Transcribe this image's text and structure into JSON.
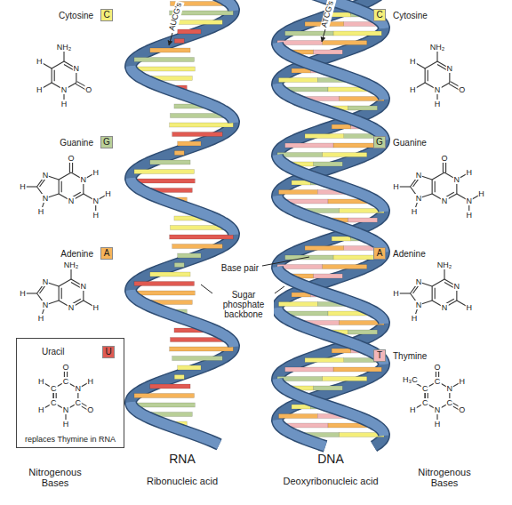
{
  "diagram": {
    "nodes": [
      {
        "text": [
          "C"
        ]
      },
      {
        "text": [
          "G"
        ]
      },
      {
        "text": [
          "A"
        ]
      },
      {
        "text": [
          "Uracil",
          "replaces Thymine in RNA"
        ]
      },
      {
        "text": [
          "U"
        ],
        "in": 3
      },
      {
        "text": [
          "C"
        ]
      },
      {
        "text": [
          "G"
        ]
      },
      {
        "text": [
          "A"
        ]
      },
      {
        "text": [
          "T"
        ]
      }
    ],
    "labels": [
      "Cytosine",
      "Guanine",
      "Adenine",
      "Nitrogenous Bases",
      "AUCG's",
      "RNA",
      "Ribonucleic acid",
      "ATCG's",
      "DNA",
      "Deoxyribonucleic acid",
      "Base pair",
      "Sugar phosphate backbone",
      "Cytosine",
      "Guanine",
      "Adenine",
      "Thymine",
      "Nitrogenous Bases",
      "NH₂",
      "N",
      "O",
      "N",
      "H",
      "H",
      "H",
      "O",
      "N",
      "H",
      "N",
      "H",
      "H",
      "N",
      "N",
      "H",
      "N",
      "H",
      "NH₂",
      "N",
      "H",
      "N",
      "N",
      "H",
      "N",
      "H",
      "O",
      "C",
      "N",
      "H",
      "C",
      "O",
      "N",
      "H",
      "C",
      "H",
      "C",
      "H",
      "NH₂",
      "N",
      "O",
      "N",
      "H",
      "H",
      "H",
      "O",
      "N",
      "H",
      "N",
      "H",
      "H",
      "N",
      "N",
      "H",
      "N",
      "H",
      "NH₂",
      "N",
      "H",
      "N",
      "N",
      "H",
      "N",
      "H",
      "O",
      "C",
      "N",
      "H",
      "C",
      "O",
      "N",
      "H",
      "C",
      "H",
      "C",
      "H₃C"
    ]
  }
}
